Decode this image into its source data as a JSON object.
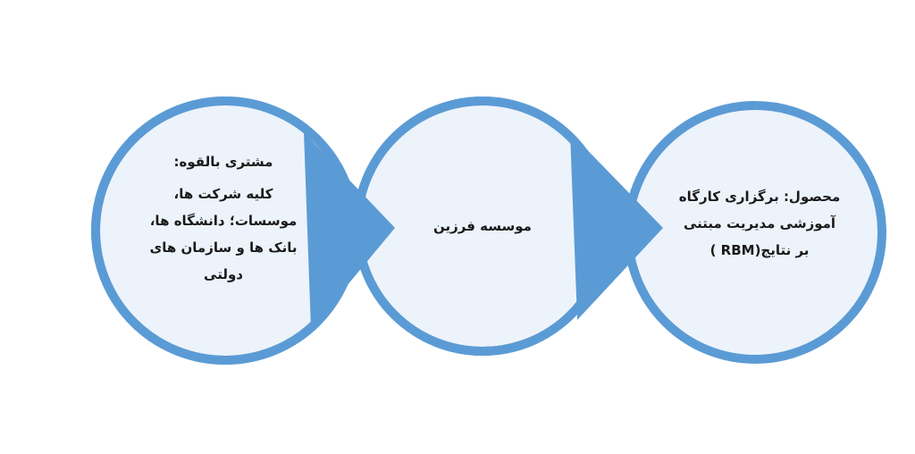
{
  "diagram": {
    "colors": {
      "circle_fill": "#edf3fa",
      "circle_stroke": "#5b9bd5",
      "arrow_fill": "#5b9bd5",
      "text": "#1a1a1a"
    },
    "nodes": [
      {
        "id": "potential-customer",
        "heading": "مشتری بالقوه:",
        "lines": [
          "کلیه شرکت ها،",
          "موسسات؛ دانشگاه ها،",
          "بانک ها و سازمان های",
          "دولتی"
        ]
      },
      {
        "id": "institute",
        "lines": [
          "موسسه فرزین"
        ]
      },
      {
        "id": "product",
        "lines": [
          "محصول: برگزاری کارگاه",
          "آموزشی مدیریت مبتنی",
          "بر نتایج(RBM )"
        ]
      }
    ]
  }
}
